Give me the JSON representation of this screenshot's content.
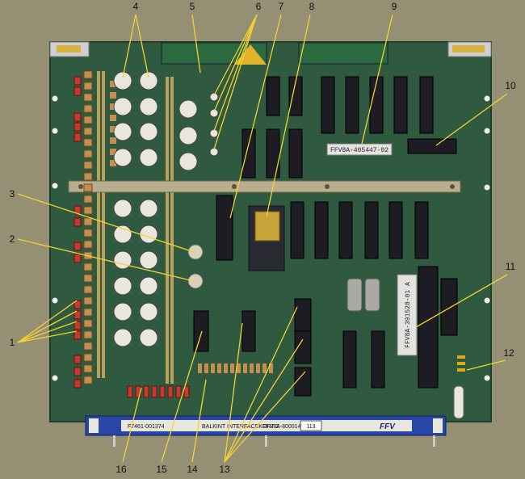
{
  "colors": {
    "background": "#958f73",
    "pcb": "#2f5a3f",
    "pcb_dark": "#244a33",
    "gold": "#b9a15c",
    "connector_blue": "#2746a8",
    "callout_line": "#f2d233",
    "chip": "#1c1c22",
    "tantalum": "#c4904f",
    "resistor": "#c53a2e"
  },
  "callouts": [
    {
      "label": "1"
    },
    {
      "label": "2"
    },
    {
      "label": "3"
    },
    {
      "label": "4"
    },
    {
      "label": "5"
    },
    {
      "label": "6"
    },
    {
      "label": "7"
    },
    {
      "label": "8"
    },
    {
      "label": "9"
    },
    {
      "label": "10"
    },
    {
      "label": "11"
    },
    {
      "label": "12"
    },
    {
      "label": "13"
    },
    {
      "label": "14"
    },
    {
      "label": "15"
    },
    {
      "label": "16"
    }
  ],
  "board_text": {
    "sticker_9": "FFV8A-405447-02",
    "sticker_11": "FFV8A-391528-01 A",
    "edge_left_code": "F7461-001374",
    "edge_title": "BALKINT INTERFACEKORT 2",
    "edge_part": "FFV8A-800014-02",
    "edge_rev": "113",
    "logo": "FFV"
  }
}
